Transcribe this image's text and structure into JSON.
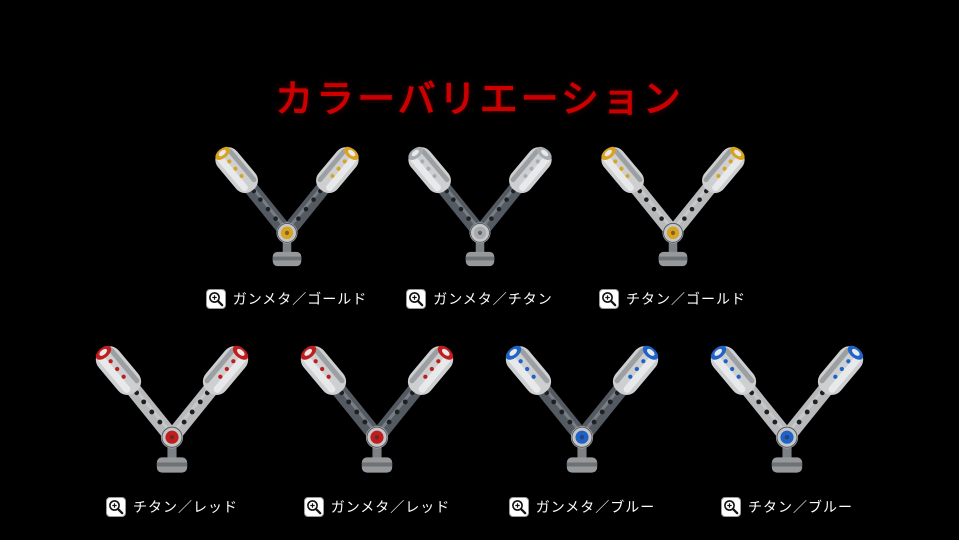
{
  "page": {
    "title": "カラーバリエーション",
    "title_color": "#cc0000",
    "background": "#000000"
  },
  "colors": {
    "gunmetal": "#545a62",
    "titanium": "#b7b9bb",
    "gold": "#d8a31e",
    "titanium_accent": "#a8abaf",
    "red": "#c21d1d",
    "blue": "#1f63c9",
    "knob_silver": "#cdcfd1"
  },
  "zoom_icon": {
    "name": "magnifier-zoom-icon"
  },
  "products": [
    {
      "label": "ガンメタ／ゴールド",
      "arm": "gunmetal",
      "accent": "gold"
    },
    {
      "label": "ガンメタ／チタン",
      "arm": "gunmetal",
      "accent": "titanium_accent"
    },
    {
      "label": "チタン／ゴールド",
      "arm": "titanium",
      "accent": "gold"
    },
    {
      "label": "チタン／レッド",
      "arm": "titanium",
      "accent": "red"
    },
    {
      "label": "ガンメタ／レッド",
      "arm": "gunmetal",
      "accent": "red"
    },
    {
      "label": "ガンメタ／ブルー",
      "arm": "gunmetal",
      "accent": "blue"
    },
    {
      "label": "チタン／ブルー",
      "arm": "titanium",
      "accent": "blue"
    }
  ]
}
